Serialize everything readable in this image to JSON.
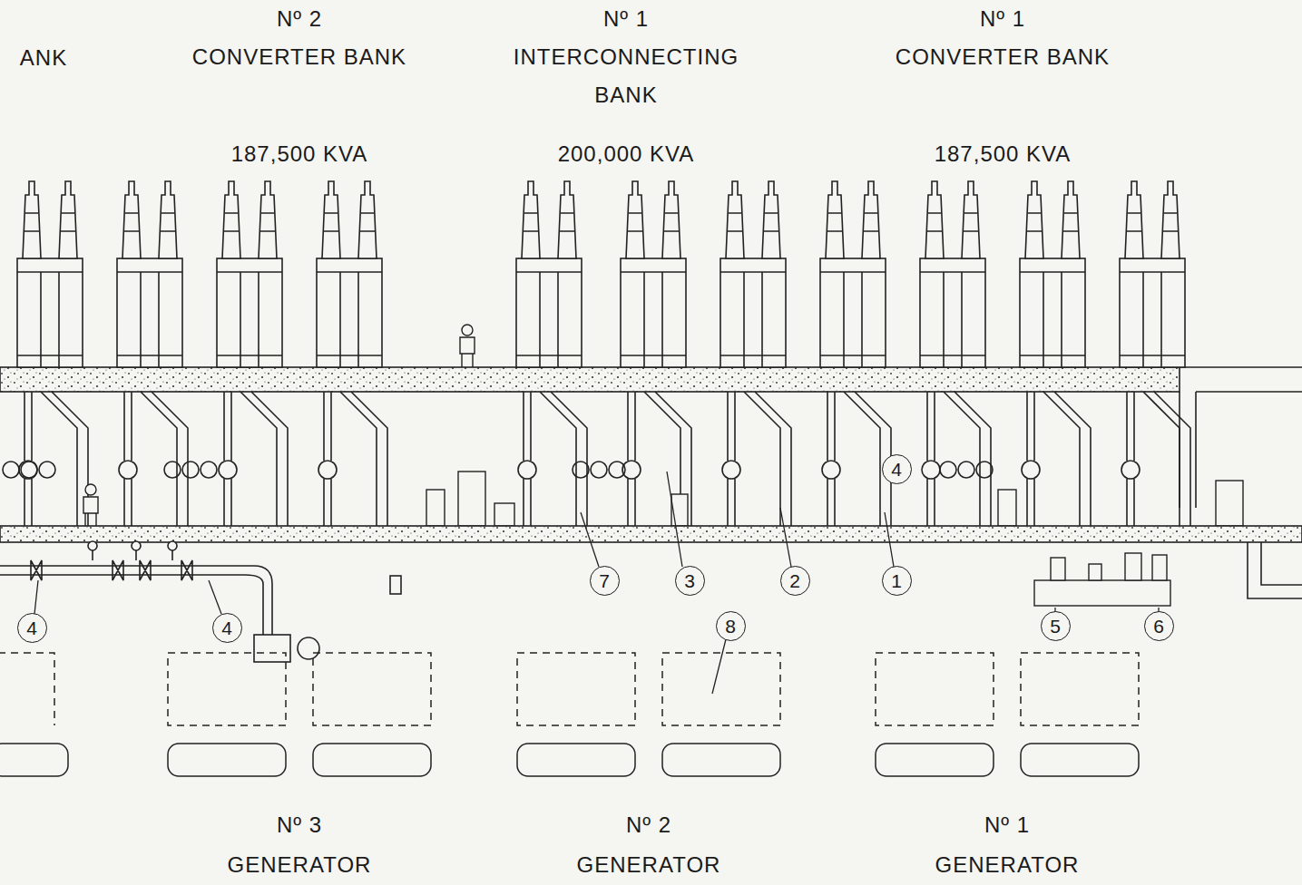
{
  "diagram": {
    "nodes": [
      {
        "text": [
          "4"
        ]
      },
      {
        "text": [
          "7"
        ]
      },
      {
        "text": [
          "3"
        ]
      },
      {
        "text": [
          "2"
        ]
      },
      {
        "text": [
          "1"
        ]
      },
      {
        "text": [
          "4"
        ]
      },
      {
        "text": [
          "4"
        ]
      },
      {
        "text": [
          "8"
        ]
      },
      {
        "text": [
          "5"
        ]
      },
      {
        "text": [
          "6"
        ]
      }
    ],
    "edges": [],
    "labels": [
      "ANK",
      "Nº 2 CONVERTER BANK",
      "Nº 1 INTERCONNECTING BANK",
      "Nº 1 CONVERTER BANK",
      "187,500 KVA",
      "200,000 KVA",
      "187,500 KVA",
      "Nº 3 GENERATOR",
      "Nº 2 GENERATOR",
      "Nº 1 GENERATOR"
    ]
  }
}
